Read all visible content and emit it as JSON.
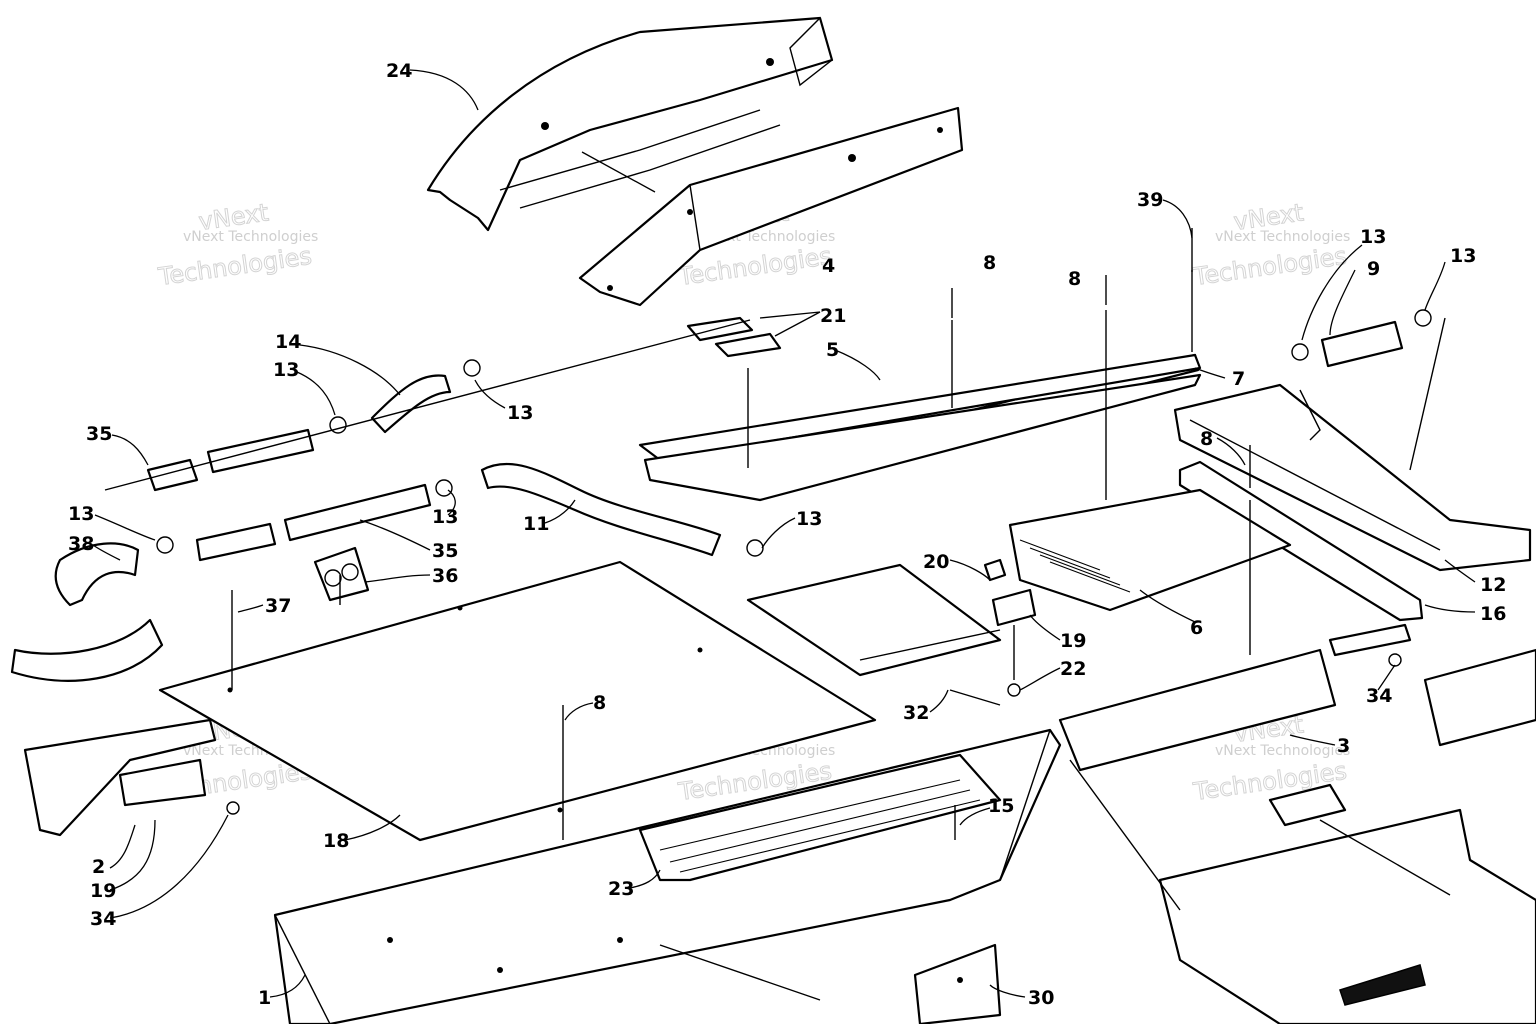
{
  "callouts": [
    "24",
    "4",
    "39",
    "8",
    "8",
    "21",
    "5",
    "7",
    "13",
    "9",
    "13",
    "14",
    "13",
    "13",
    "35",
    "11",
    "13",
    "13",
    "38",
    "35",
    "36",
    "13",
    "20",
    "6",
    "8",
    "12",
    "16",
    "37",
    "19",
    "22",
    "34",
    "32",
    "8",
    "3",
    "18",
    "2",
    "19",
    "34",
    "23",
    "15",
    "1",
    "30"
  ],
  "watermark": {
    "company": "vNext Technologies",
    "brand_line1": "vNext",
    "brand_line2": "Technologies"
  },
  "colors": {
    "ink": "#000000",
    "paper": "#ffffff",
    "watermark": "#cfcfcf"
  }
}
